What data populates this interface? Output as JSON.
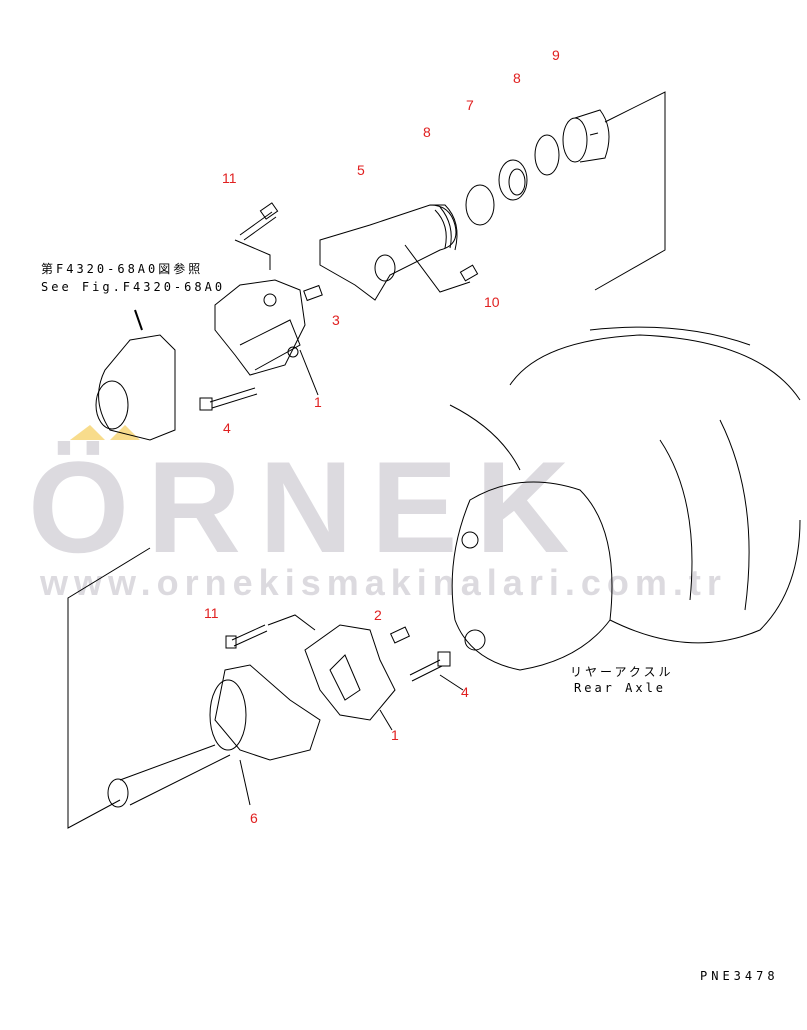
{
  "watermark": {
    "logo": "ÖRNEK",
    "url": "www.ornekismakinalari.com.tr",
    "logo_color": "#dcdadf",
    "accent_color": "#f8dc8c"
  },
  "reference_note": {
    "jp": "第F4320-68A0図参照",
    "en": "See Fig.F4320-68A0"
  },
  "rear_axle_label": {
    "jp": "リヤーアクスル",
    "en": "Rear Axle"
  },
  "drawing_code": "PNE3478",
  "callout_color": "#e02020",
  "callouts": [
    "9",
    "8",
    "7",
    "8",
    "5",
    "11",
    "3",
    "10",
    "1",
    "4",
    "11",
    "2",
    "4",
    "1",
    "6"
  ]
}
